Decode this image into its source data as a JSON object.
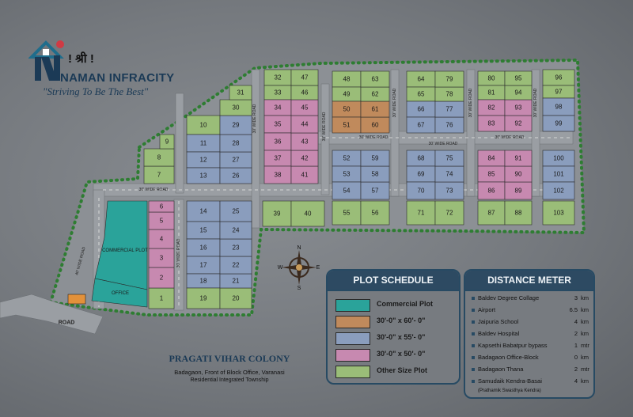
{
  "brand": {
    "shri": "! श्री !",
    "name": "NAMAN INFRACITY",
    "tagline": "\"Striving To Be The Best\""
  },
  "colony": {
    "title": "PRAGATI VIHAR COLONY",
    "address": "Badagaon, Front of Block Office, Varanasi",
    "type": "Residential Integrated Township"
  },
  "compass": {
    "n": "N",
    "e": "E",
    "s": "S",
    "w": "W"
  },
  "colors": {
    "commercial": "#2aa39a",
    "orange": "#c08a5c",
    "blue": "#8a9dbd",
    "pink": "#c789b0",
    "green": "#9abd78",
    "header": "#2d4a62"
  },
  "roads": {
    "r30_top": "30' WIDE ROAD",
    "r30_mid": "30' WIDE ROAD",
    "r30_right": "30' WIDE ROAD",
    "r30_left_mid": "30' WIDE ROAD",
    "r40_left": "40' WIDE ROAD",
    "r30_v1": "30' WIDE ROAD",
    "r30_v2": "30' WIDE ROAD",
    "r30_v3": "30' WIDE ROAD",
    "r30_v4": "30' WIDE ROAD",
    "r30_v5": "30' WIDE ROAD",
    "r30_v6": "30' WIDE ROAD",
    "main": "ROAD"
  },
  "plot_schedule": {
    "title": "PLOT SCHEDULE",
    "items": [
      {
        "label": "Commercial Plot",
        "color": "#2aa39a"
      },
      {
        "label": "30'-0\" x 60'- 0\"",
        "color": "#c08a5c"
      },
      {
        "label": "30'-0\" x 55'- 0\"",
        "color": "#8a9dbd"
      },
      {
        "label": "30'-0\" x 50'- 0\"",
        "color": "#c789b0"
      },
      {
        "label": "Other Size Plot",
        "color": "#9abd78"
      }
    ]
  },
  "distance_meter": {
    "title": "DISTANCE METER",
    "items": [
      {
        "place": "Baldev Degree Collage",
        "value": "3",
        "unit": "km"
      },
      {
        "place": "Airport",
        "value": "6.5",
        "unit": "km"
      },
      {
        "place": "Jaipuria School",
        "value": "4",
        "unit": "km"
      },
      {
        "place": "Baldev Hospital",
        "value": "2",
        "unit": "km"
      },
      {
        "place": "Kapsethi Babatpur bypass",
        "value": "1",
        "unit": "mtr"
      },
      {
        "place": "Badagaon Office-Block",
        "value": "0",
        "unit": "km"
      },
      {
        "place": "Badagaon Thana",
        "value": "2",
        "unit": "mtr"
      },
      {
        "place": "Samudaik Kendra-Basai",
        "value": "4",
        "unit": "km"
      }
    ],
    "note": "(Prathamik Swasthya Kendra)"
  },
  "plots": {
    "commercial": "COMMERCIAL PLOT",
    "office": "OFFICE",
    "p1": "1",
    "p2": "2",
    "p3": "3",
    "p4": "4",
    "p5": "5",
    "p6": "6",
    "p7": "7",
    "p8": "8",
    "p9": "9",
    "p10": "10",
    "p11": "11",
    "p12": "12",
    "p13": "13",
    "p14": "14",
    "p15": "15",
    "p16": "16",
    "p17": "17",
    "p18": "18",
    "p19": "19",
    "p20": "20",
    "p21": "21",
    "p22": "22",
    "p23": "23",
    "p24": "24",
    "p25": "25",
    "p26": "26",
    "p27": "27",
    "p28": "28",
    "p29": "29",
    "p30": "30",
    "p31": "31",
    "p32": "32",
    "p33": "33",
    "p34": "34",
    "p35": "35",
    "p36": "36",
    "p37": "37",
    "p38": "38",
    "p39": "39",
    "p40": "40",
    "p41": "41",
    "p42": "42",
    "p43": "43",
    "p44": "44",
    "p45": "45",
    "p46": "46",
    "p47": "47",
    "p48": "48",
    "p49": "49",
    "p50": "50",
    "p51": "51",
    "p52": "52",
    "p53": "53",
    "p54": "54",
    "p55": "55",
    "p56": "56",
    "p57": "57",
    "p58": "58",
    "p59": "59",
    "p60": "60",
    "p61": "61",
    "p62": "62",
    "p63": "63",
    "p64": "64",
    "p65": "65",
    "p66": "66",
    "p67": "67",
    "p68": "68",
    "p69": "69",
    "p70": "70",
    "p71": "71",
    "p72": "72",
    "p73": "73",
    "p74": "74",
    "p75": "75",
    "p76": "76",
    "p77": "77",
    "p78": "78",
    "p79": "79",
    "p80": "80",
    "p81": "81",
    "p82": "82",
    "p83": "83",
    "p84": "84",
    "p85": "85",
    "p86": "86",
    "p87": "87",
    "p88": "88",
    "p89": "89",
    "p90": "90",
    "p91": "91",
    "p92": "92",
    "p93": "93",
    "p94": "94",
    "p95": "95",
    "p96": "96",
    "p97": "97",
    "p98": "98",
    "p99": "99",
    "p100": "100",
    "p101": "101",
    "p102": "102",
    "p103": "103"
  }
}
